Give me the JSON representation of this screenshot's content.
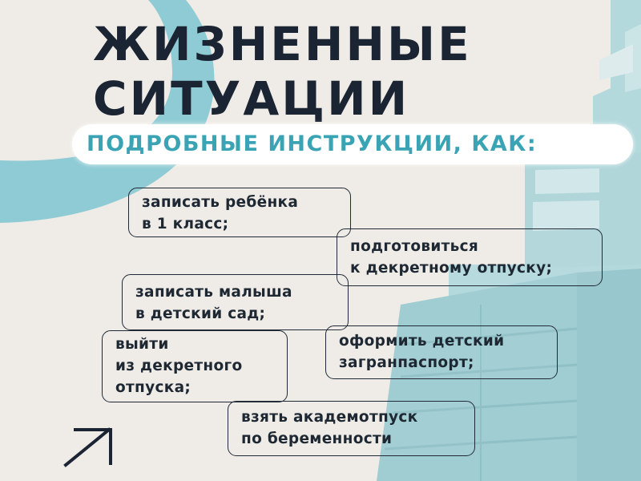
{
  "title": {
    "line1": "ЖИЗНЕННЫЕ",
    "line2": "СИТУАЦИИ"
  },
  "subtitle": "ПОДРОБНЫЕ ИНСТРУКЦИИ, КАК:",
  "items": [
    {
      "line1": "записать ребёнка",
      "line2": "в 1 класс;"
    },
    {
      "line1": "подготовиться",
      "line2": "к декретному отпуску;"
    },
    {
      "line1": "записать малыша",
      "line2": "в детский сад;"
    },
    {
      "line1": "оформить детский",
      "line2": "загранпаспорт;"
    },
    {
      "line1": "выйти",
      "line2": "из декретного",
      "line3": "отпуска;"
    },
    {
      "line1": "взять академотпуск",
      "line2": "по беременности"
    }
  ],
  "icon": "arrow-up-right-icon",
  "colors": {
    "background": "#efebe6",
    "title": "#1a2433",
    "accent": "#3aa4b5",
    "building": "#8fcdd6",
    "card_border": "#1f2a36"
  }
}
